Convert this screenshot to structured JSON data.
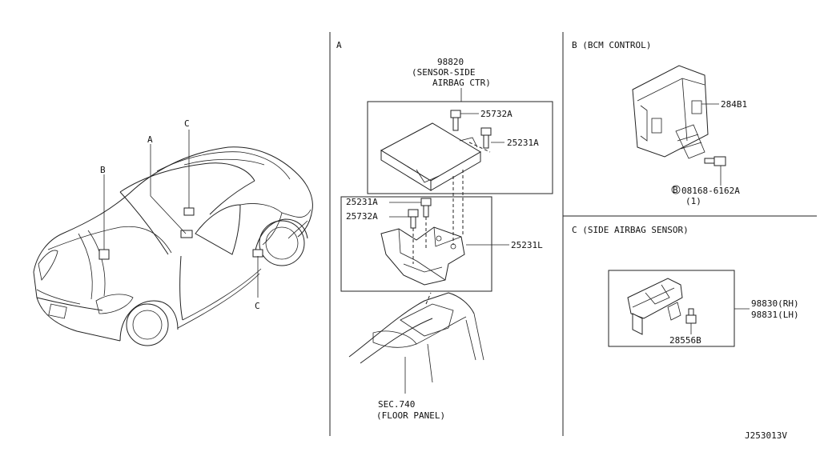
{
  "sections": {
    "a": {
      "letter": "A"
    },
    "b": {
      "header": "B (BCM CONTROL)"
    },
    "c": {
      "header": "C (SIDE AIRBAG SENSOR)"
    }
  },
  "car_callouts": {
    "a": "A",
    "b": "B",
    "c_top": "C",
    "c_bottom": "C"
  },
  "parts": {
    "sensor_ctr": {
      "number": "98820",
      "line1": "(SENSOR-SIDE",
      "line2": "AIRBAG CTR)"
    },
    "bolt_upper": "25732A",
    "bracket_bolt_upper": "25231A",
    "bracket_bolt_lower": "25231A",
    "bolt_lower": "25732A",
    "bracket": "25231L",
    "floor_ref": {
      "line1": "SEC.740",
      "line2": "(FLOOR PANEL)"
    },
    "bcm": "284B1",
    "bcm_bolt": {
      "circle": "B",
      "number": "08168-6162A",
      "qty": "(1)"
    },
    "side_sensor_rh": "98830(RH)",
    "side_sensor_lh": "98831(LH)",
    "side_sensor_bolt": "28556B"
  },
  "diagram_id": "J253013V"
}
